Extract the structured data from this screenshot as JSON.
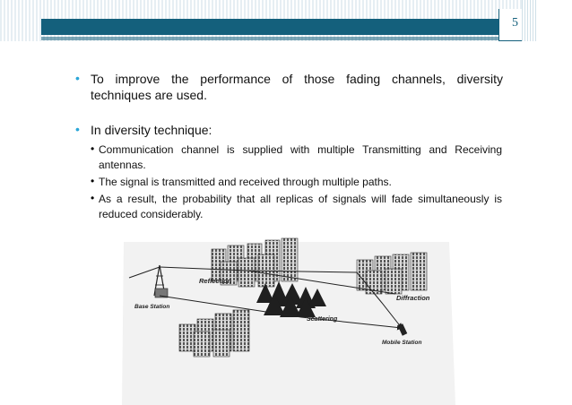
{
  "slide": {
    "number": "5"
  },
  "bullets": [
    {
      "text": "To improve the performance of those fading channels, diversity techniques are used."
    },
    {
      "text": "In diversity technique:"
    }
  ],
  "sub_bullets": [
    {
      "text": "Communication channel is supplied with multiple Transmitting and Receiving antennas."
    },
    {
      "text": "The signal is transmitted and received through multiple paths."
    },
    {
      "text": "As a result, the probability that all replicas of signals will fade simultaneously is reduced considerably."
    }
  ],
  "figure": {
    "labels": {
      "reflection": "Reflection",
      "base_station": "Base Station",
      "scattering": "Scattering",
      "diffraction": "Diffraction",
      "mobile_station": "Mobile Station"
    }
  }
}
